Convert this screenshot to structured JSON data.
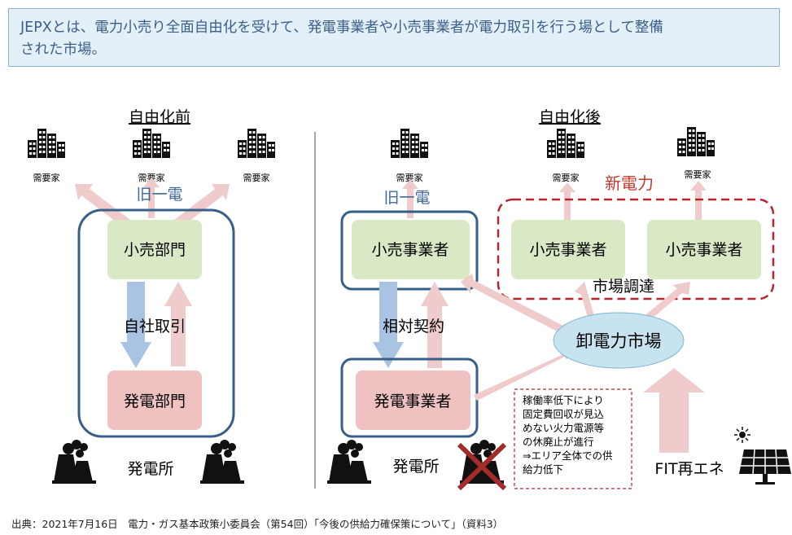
{
  "header": {
    "line1": "JEPXとは、電力小売り全面自由化を受けて、発電事業者や小売事業者が電力取引を行う場として整備",
    "line2": "された市場。"
  },
  "left": {
    "title": "自由化前",
    "consumer_label": "需要家",
    "company_label": "旧一電",
    "retail_label": "小売部門",
    "trade_label": "自社取引",
    "generation_label": "発電部門",
    "plant_label": "発電所"
  },
  "right": {
    "title": "自由化後",
    "consumer_label": "需要家",
    "company_label": "旧一電",
    "new_power_label": "新電力",
    "retailer_label": "小売事業者",
    "contract_label": "相対契約",
    "generator_label": "発電事業者",
    "market_label": "卸電力市場",
    "market_procure_label": "市場調達",
    "plant_label": "発電所",
    "fit_label": "FIT再エネ",
    "note_lines": [
      "稼働率低下により",
      "固定費回収が見込",
      "めない火力電源等",
      "の休廃止が進行",
      "⇒エリア全体での供",
      "給力低下"
    ]
  },
  "footer": {
    "source": "出典：2021年7月16日　電力・ガス基本政策小委員会（第54回）「今後の供給力確保策について」（資料3）"
  },
  "colors": {
    "banner_bg": "#e4f0f8",
    "banner_text": "#3b5f88",
    "group_border": "#365f8a",
    "retail_box": "#d9e8c5",
    "gen_box": "#efc1c1",
    "market_ellipse": "#c7e3ef",
    "new_power": "#c0392b",
    "pink_arrow": "#f0cbcb",
    "blue_arrow": "#a9c4e2"
  },
  "icons": {
    "building": "building-icon",
    "power_plant": "power-plant-icon",
    "solar": "solar-panel-icon",
    "sun": "sun-icon",
    "cross": "cross-mark-icon"
  }
}
